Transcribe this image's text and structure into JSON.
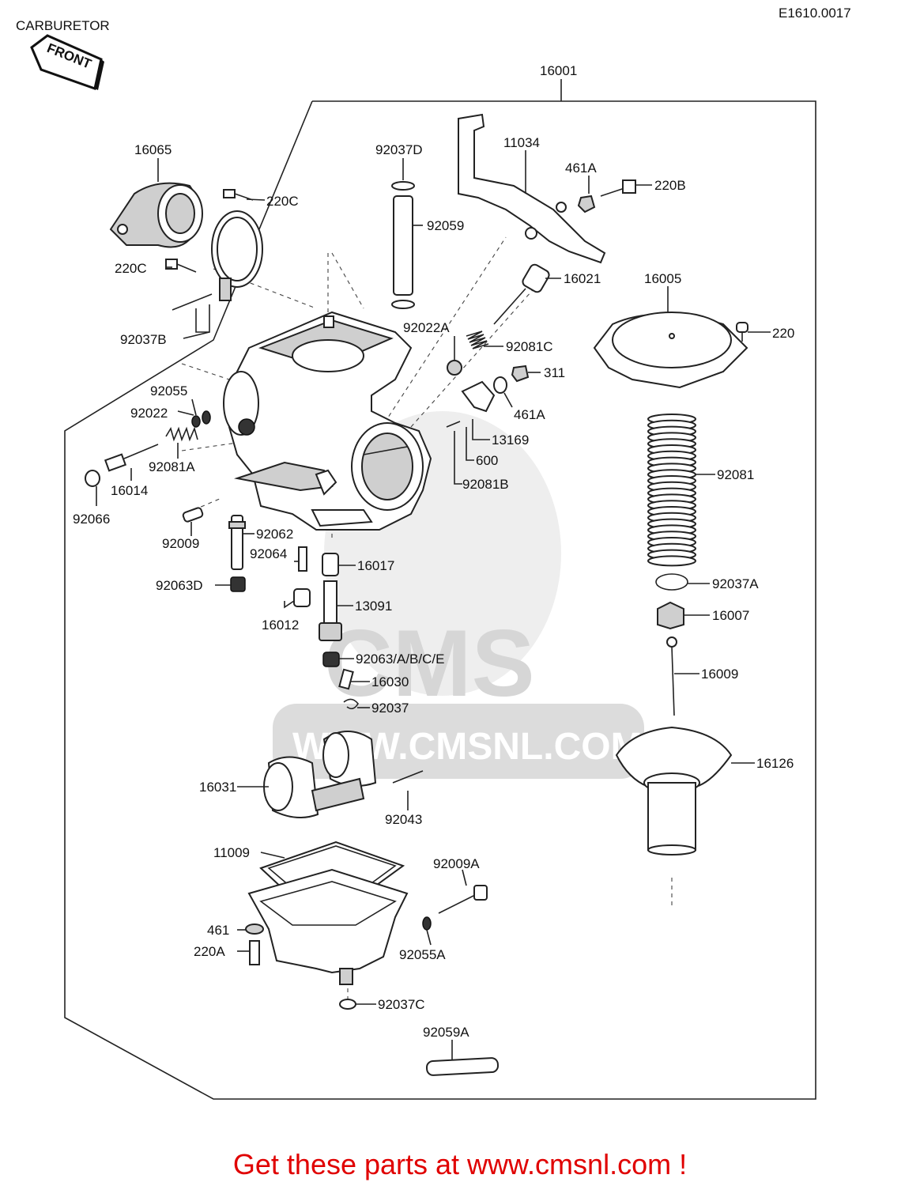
{
  "title": "CARBURETOR",
  "ref_code": "E1610.0017",
  "front_tag": "FRONT",
  "watermark": {
    "brand": "CMS",
    "url": "WWW.CMSNL.COM"
  },
  "cta": "Get these parts at www.cmsnl.com !",
  "labels": {
    "p16001": "16001",
    "p16065": "16065",
    "p220C_a": "220C",
    "p220C_b": "220C",
    "p92037B": "92037B",
    "p92037D": "92037D",
    "p92059": "92059",
    "p11034": "11034",
    "p461A_a": "461A",
    "p220B": "220B",
    "p16021": "16021",
    "p16005": "16005",
    "p220": "220",
    "p92022A": "92022A",
    "p92081C": "92081C",
    "p311": "311",
    "p461A_b": "461A",
    "p92055": "92055",
    "p92022": "92022",
    "p13169": "13169",
    "p600": "600",
    "p92081A": "92081A",
    "p92081B": "92081B",
    "p16014": "16014",
    "p92066": "92066",
    "p92081": "92081",
    "p92009": "92009",
    "p92062": "92062",
    "p92064": "92064",
    "p16017": "16017",
    "p92063D": "92063D",
    "p13091": "13091",
    "p16012": "16012",
    "p92037A": "92037A",
    "p16007": "16007",
    "p92063ABCE": "92063/A/B/C/E",
    "p16030": "16030",
    "p16009": "16009",
    "p92037": "92037",
    "p16126": "16126",
    "p16031": "16031",
    "p92043": "92043",
    "p11009": "11009",
    "p92009A": "92009A",
    "p461": "461",
    "p220A": "220A",
    "p92055A": "92055A",
    "p92037C": "92037C",
    "p92059A": "92059A"
  }
}
